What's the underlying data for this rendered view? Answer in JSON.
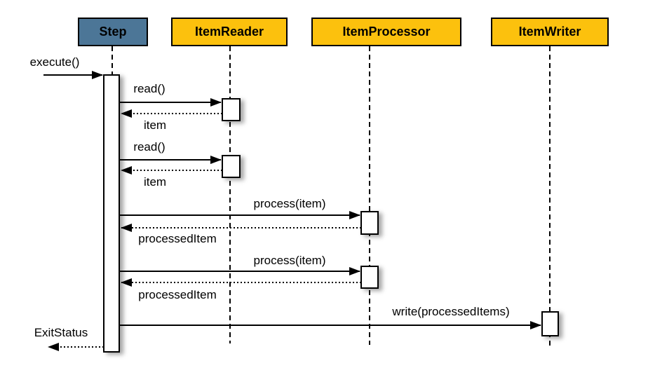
{
  "diagram": {
    "type": "uml-sequence-diagram",
    "colors": {
      "step_header_fill": "#4c7697",
      "participant_header_fill": "#fcc10d",
      "line": "#000000",
      "background": "#ffffff"
    },
    "lifelines": [
      {
        "id": "step",
        "label": "Step"
      },
      {
        "id": "item-reader",
        "label": "ItemReader"
      },
      {
        "id": "item-processor",
        "label": "ItemProcessor"
      },
      {
        "id": "item-writer",
        "label": "ItemWriter"
      }
    ],
    "messages": [
      {
        "label": "execute()",
        "from": "caller",
        "to": "step",
        "style": "solid"
      },
      {
        "label": "read()",
        "from": "step",
        "to": "item-reader",
        "style": "solid"
      },
      {
        "label": "item",
        "from": "item-reader",
        "to": "step",
        "style": "dotted"
      },
      {
        "label": "read()",
        "from": "step",
        "to": "item-reader",
        "style": "solid"
      },
      {
        "label": "item",
        "from": "item-reader",
        "to": "step",
        "style": "dotted"
      },
      {
        "label": "process(item)",
        "from": "step",
        "to": "item-processor",
        "style": "solid"
      },
      {
        "label": "processedItem",
        "from": "item-processor",
        "to": "step",
        "style": "dotted"
      },
      {
        "label": "process(item)",
        "from": "step",
        "to": "item-processor",
        "style": "solid"
      },
      {
        "label": "processedItem",
        "from": "item-processor",
        "to": "step",
        "style": "dotted"
      },
      {
        "label": "write(processedItems)",
        "from": "step",
        "to": "item-writer",
        "style": "solid"
      },
      {
        "label": "ExitStatus",
        "from": "step",
        "to": "caller",
        "style": "dotted"
      }
    ]
  }
}
